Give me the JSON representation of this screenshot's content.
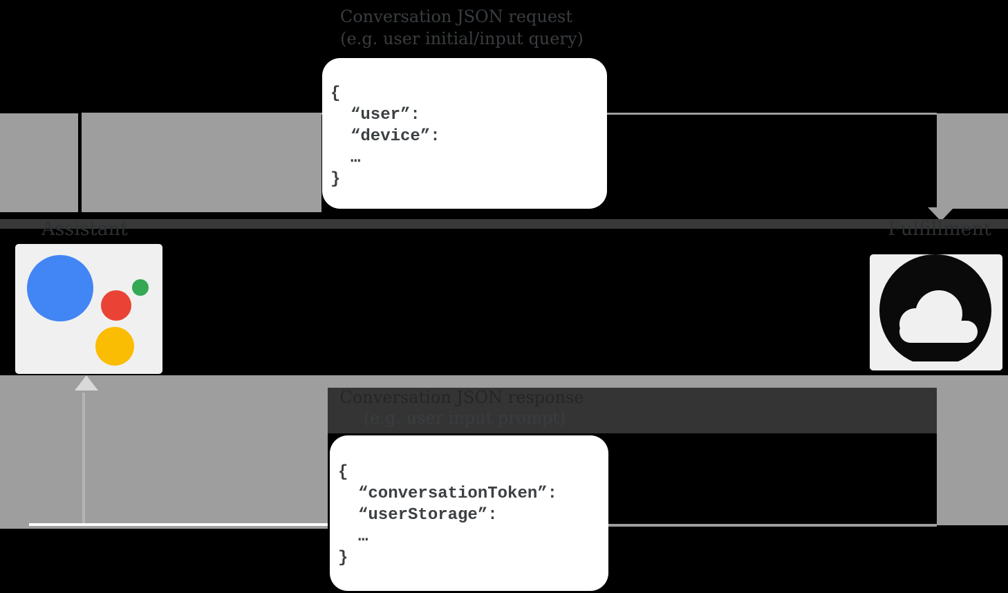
{
  "diagram": {
    "request_label": {
      "line1": "Conversation JSON request",
      "line2": "(e.g. user initial/input query)"
    },
    "response_label": {
      "line1": "Conversation JSON response",
      "line2": "(e.g. user input prompt)"
    },
    "nodes": {
      "assistant": "Assistant",
      "fulfillment": "Fulfillment"
    },
    "request_code": {
      "lines": [
        "{",
        "“user”:",
        "“device”:",
        "…",
        "}"
      ]
    },
    "response_code": {
      "lines": [
        "{",
        "“conversationToken”:",
        "“userStorage”:",
        "…",
        "}"
      ]
    },
    "colors": {
      "arrow_gray": "#9e9e9e",
      "assistant_blue": "#4285F4",
      "assistant_red": "#EA4335",
      "assistant_green": "#34A853",
      "assistant_yellow": "#FBBC04",
      "card_white": "#ffffff",
      "node_box_gray": "#f0f0f0"
    }
  }
}
